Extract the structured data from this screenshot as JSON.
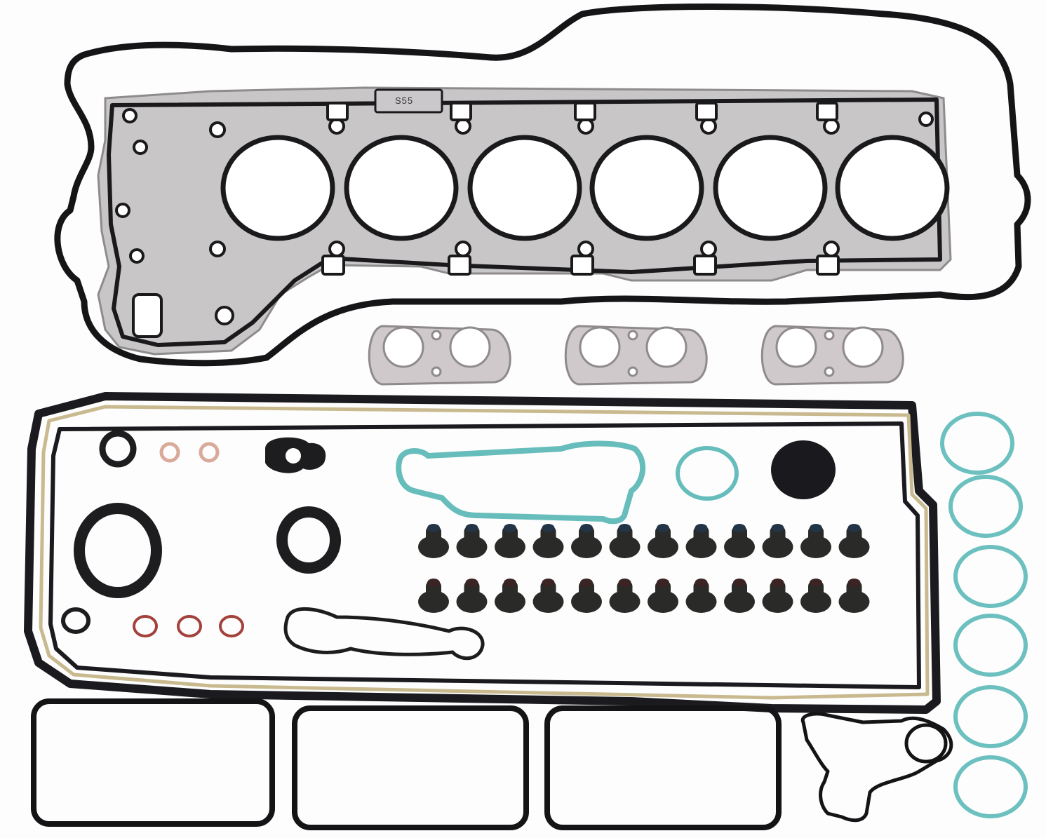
{
  "scene": {
    "subject": "Engine full gasket set laid out on white background",
    "background": "#fdfdfd"
  },
  "head_gasket": {
    "stamp_text": "S55",
    "cylinders": 6,
    "color_metal": "#c9c6c8",
    "color_bead": "#1a1a1c"
  },
  "valve_cover_gasket": {
    "color": "#151517"
  },
  "intake_gaskets": {
    "count": 3,
    "color": "#cfc9cb",
    "outline": "#8f8a8c"
  },
  "oil_pan_gasket": {
    "color_frame": "#1b1b1f",
    "color_carrier": "#c8b98f"
  },
  "valve_stem_seals": {
    "rows": 2,
    "per_row": 12,
    "color": "#2a2a28",
    "tip_top": "#233447",
    "tip_bottom": "#3a2424"
  },
  "teal_orings": {
    "count": 6,
    "color": "#6cc0bf"
  },
  "teal_gasket_color": "#66bdbb",
  "copper_washers_top": {
    "count": 2,
    "color": "#d9a99a"
  },
  "red_orings_bottom": {
    "count": 3,
    "color": "#a3413a"
  },
  "black_seal_color": "#1d1d1f",
  "rectangular_gaskets": {
    "count": 3,
    "color": "#141416"
  }
}
